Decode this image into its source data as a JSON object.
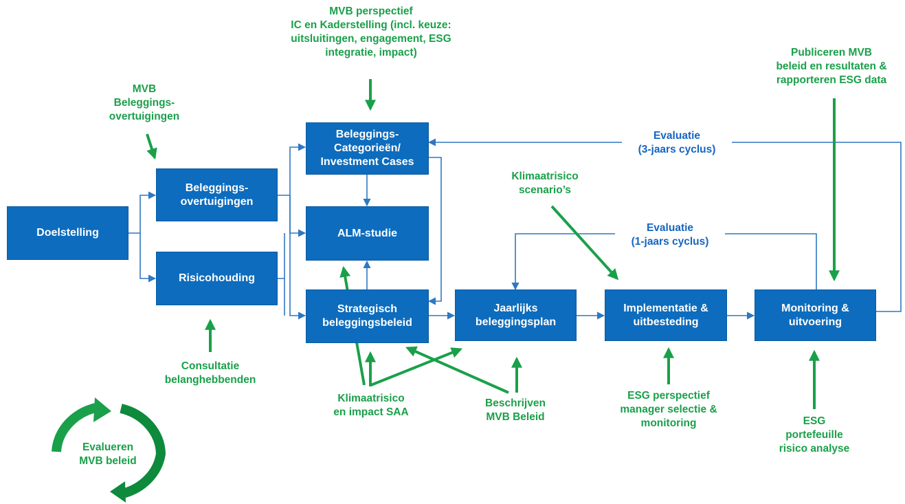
{
  "colors": {
    "box": "#0d6cbd",
    "flow_line": "#2f77c2",
    "green": "#1aa04a",
    "eval_text": "#1565c0"
  },
  "boxes": {
    "doelstelling": [
      "Doelstelling"
    ],
    "overtuigingen": [
      "Beleggings-",
      "overtuigingen"
    ],
    "risicohouding": [
      "Risicohouding"
    ],
    "categorieen": [
      "Beleggings-",
      "Categorieën/",
      "Investment Cases"
    ],
    "alm": [
      "ALM-studie"
    ],
    "strategisch": [
      "Strategisch",
      "beleggingsbeleid"
    ],
    "jaarlijks": [
      "Jaarlijks",
      "beleggingsplan"
    ],
    "implementatie": [
      "Implementatie &",
      "uitbesteding"
    ],
    "monitoring": [
      "Monitoring &",
      "uitvoering"
    ]
  },
  "notes": {
    "mvb_perspectief": [
      "MVB perspectief",
      "IC en Kaderstelling (incl. keuze:",
      "uitsluitingen, engagement, ESG",
      "integratie, impact)"
    ],
    "mvb_overtuigingen": [
      "MVB",
      "Beleggings-",
      "overtuigingen"
    ],
    "publiceren": [
      "Publiceren MVB",
      "beleid en resultaten &",
      "rapporteren ESG data"
    ],
    "klimaat_scenarios": [
      "Klimaatrisico",
      "scenario’s"
    ],
    "consultatie": [
      "Consultatie",
      "belanghebbenden"
    ],
    "klimaat_saa": [
      "Klimaatrisico",
      "en impact SAA"
    ],
    "beschrijven": [
      "Beschrijven",
      "MVB Beleid"
    ],
    "esg_perspectief": [
      "ESG perspectief",
      "manager selectie &",
      "monitoring"
    ],
    "esg_portefeuille": [
      "ESG",
      "portefeuille",
      "risico analyse"
    ]
  },
  "evaluations": {
    "three_year": [
      "Evaluatie",
      "(3-jaars cyclus)"
    ],
    "one_year": [
      "Evaluatie",
      "(1-jaars cyclus)"
    ]
  },
  "cycle": {
    "label": [
      "Evalueren",
      "MVB beleid"
    ]
  }
}
